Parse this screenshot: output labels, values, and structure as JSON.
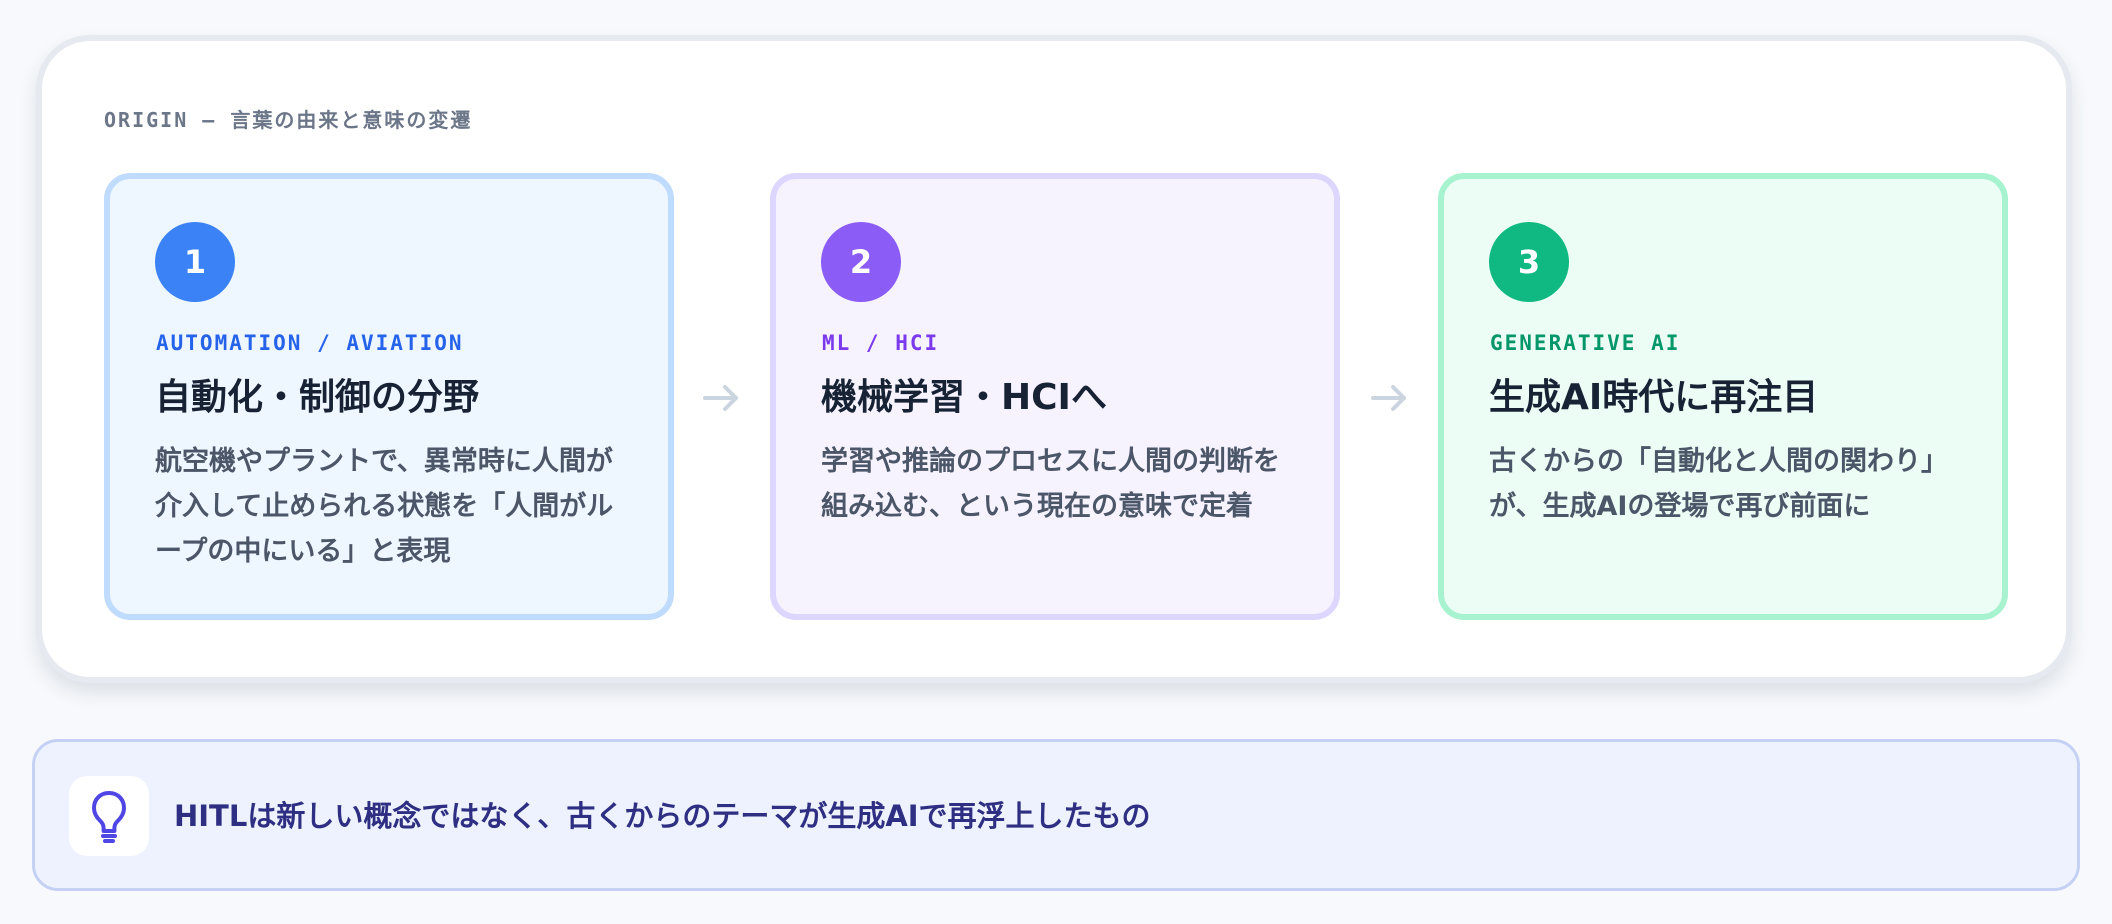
{
  "section": {
    "label": "ORIGIN — 言葉の由来と意味の変遷"
  },
  "steps": [
    {
      "number": "1",
      "tag": "AUTOMATION / AVIATION",
      "title": "自動化・制御の分野",
      "body": "航空機やプラントで、異常時に人間が介入して止められる状態を「人間がループの中にいる」と表現",
      "colors": {
        "accent": "#3b82f6",
        "tag": "#2563eb",
        "background": "#eef6ff",
        "border": "#bfdbfe"
      }
    },
    {
      "number": "2",
      "tag": "ML / HCI",
      "title": "機械学習・HCIへ",
      "body": "学習や推論のプロセスに人間の判断を組み込む、という現在の意味で定着",
      "colors": {
        "accent": "#8b5cf6",
        "tag": "#7c3aed",
        "background": "#f6f3ff",
        "border": "#ddd6fe"
      }
    },
    {
      "number": "3",
      "tag": "GENERATIVE AI",
      "title": "生成AI時代に再注目",
      "body": "古くからの「自動化と人間の関わり」が、生成AIの登場で再び前面に",
      "colors": {
        "accent": "#10b981",
        "tag": "#059669",
        "background": "#ecfdf5",
        "border": "#a7f3d0"
      }
    }
  ],
  "icons": {
    "arrow": "arrow-right-icon",
    "takeaway": "lightbulb-icon"
  },
  "takeaway": {
    "text": "HITLは新しい概念ではなく、古くからのテーマが生成AIで再浮上したもの",
    "accent": "#4f46e5"
  }
}
